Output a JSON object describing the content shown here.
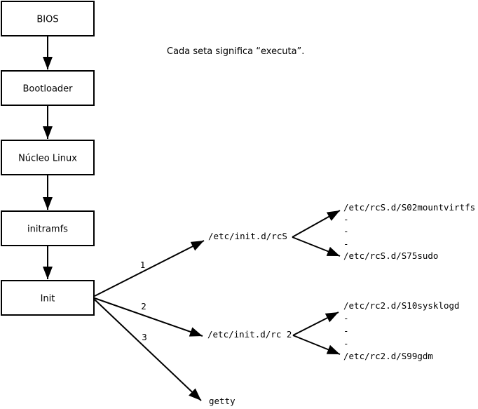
{
  "note": "Cada seta significa “executa”.",
  "boxes": [
    {
      "label": "BIOS"
    },
    {
      "label": "Bootloader"
    },
    {
      "label": "Núcleo Linux"
    },
    {
      "label": "initramfs"
    },
    {
      "label": "Init"
    }
  ],
  "branch_labels": [
    "1",
    "2",
    "3"
  ],
  "rcs_group": {
    "script": "/etc/init.d/rcS",
    "lines": [
      "/etc/rcS.d/S02mountvirtfs",
      "-",
      "-",
      "-",
      "/etc/rcS.d/S75sudo"
    ]
  },
  "rc2_group": {
    "script": "/etc/init.d/rc 2",
    "lines": [
      "/etc/rc2.d/S10sysklogd",
      "-",
      "-",
      "-",
      "/etc/rc2.d/S99gdm"
    ]
  },
  "getty_label": "getty",
  "colors": {
    "stroke": "#000000",
    "background": "#ffffff"
  }
}
